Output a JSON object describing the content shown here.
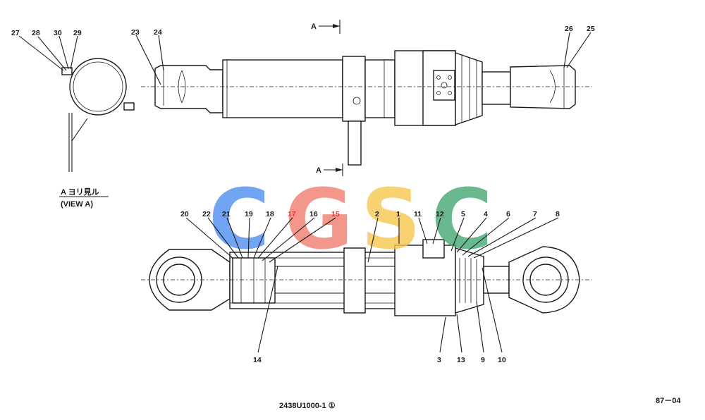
{
  "view_label": {
    "line1": "A ヨリ見ル",
    "line2": "(VIEW A)"
  },
  "section_marker": "A",
  "watermark": {
    "letters": [
      "C",
      "G",
      "S",
      "C"
    ],
    "colors": [
      "#4a8df0",
      "#f07a6c",
      "#f7c64a",
      "#3fa56f"
    ]
  },
  "part_numbers": {
    "p1": "1",
    "p2": "2",
    "p3": "3",
    "p4": "4",
    "p5": "5",
    "p6": "6",
    "p7": "7",
    "p8": "8",
    "p9": "9",
    "p10": "10",
    "p11": "11",
    "p12": "12",
    "p13": "13",
    "p14": "14",
    "p15": "15",
    "p16": "16",
    "p17": "17",
    "p18": "18",
    "p19": "19",
    "p20": "20",
    "p21": "21",
    "p22": "22",
    "p23": "23",
    "p24": "24",
    "p25": "25",
    "p26": "26",
    "p27": "27",
    "p28": "28",
    "p29": "29",
    "p30": "30"
  },
  "highlight_color": "#e03c3c",
  "drawing_number": "2438U1000-1 ①",
  "page_ref": "87－04"
}
